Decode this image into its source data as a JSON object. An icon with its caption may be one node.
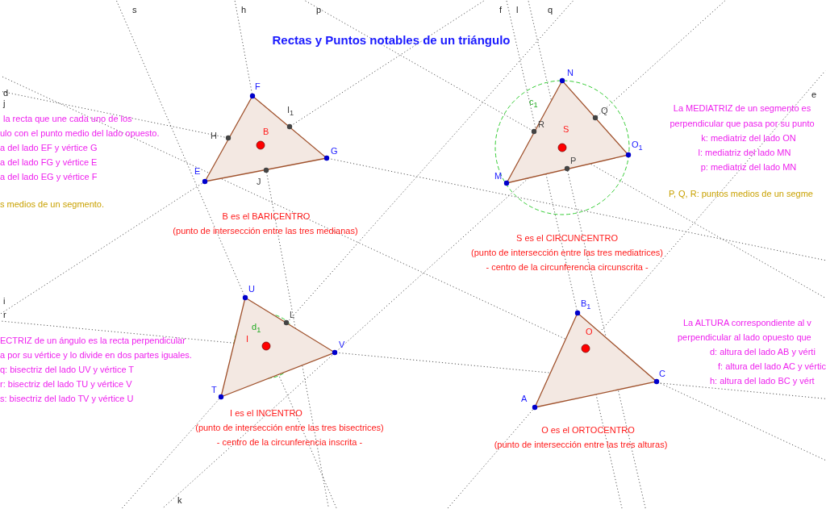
{
  "diagram": {
    "title": "Rectas y Puntos notables de un triángulo",
    "labels": [
      "s",
      "h",
      "p",
      "f",
      "l",
      "q",
      "d",
      "j",
      "e",
      "la recta que une cada uno de los",
      "ulo con el punto medio del lado opuesto.",
      "a del lado EF y vértice G",
      "a del lado FG y vértice E",
      "a del lado EG y vértice F",
      "s medios de un segmento.",
      "F",
      "I$_{1}$",
      "H",
      "B",
      "G",
      "E",
      "J",
      "B es el BARICENTRO",
      "(punto de intersección entre las tres medianas)",
      "N",
      "c$_{1}$",
      "Q",
      "R",
      "S",
      "O$_{1}$",
      "P",
      "M",
      "La MEDIATRIZ de un segmento es",
      "perpendicular que pasa por su punto",
      "k: mediatriz del lado ON",
      "l: mediatriz del lado MN",
      "p: mediatriz del lado MN",
      "P, Q, R: puntos medios de un segme",
      "S es el CIRCUNCENTRO",
      "(punto de intersección entre las tres mediatrices)",
      "- centro de la circunferencia circunscrita -",
      "i",
      "r",
      "U",
      "L",
      "d$_{1}$",
      "I",
      "V",
      "T",
      "ECTRIZ de un ángulo es la recta perpendicular",
      "a por su vértice y lo divide en dos partes iguales.",
      "q: bisectriz del lado UV y vértice T",
      "r: bisectriz del lado TU y vértice V",
      "s: bisectriz del lado TV y vértice U",
      "B$_{1}$",
      "O",
      "La ALTURA correspondiente al v",
      "perpendicular al lado opuesto que",
      "d: altura del lado AB y vérti",
      "f: altura del lado AC y vértic",
      "h: altura del lado BC y vért",
      "C",
      "A",
      "I es el INCENTRO",
      "(punto de intersección entre las tres bisectrices)",
      "- centro de la circunferencia inscrita -",
      "O es el ORTOCENTRO",
      "(punto de intersección entre las tres alturas)",
      "k"
    ]
  }
}
